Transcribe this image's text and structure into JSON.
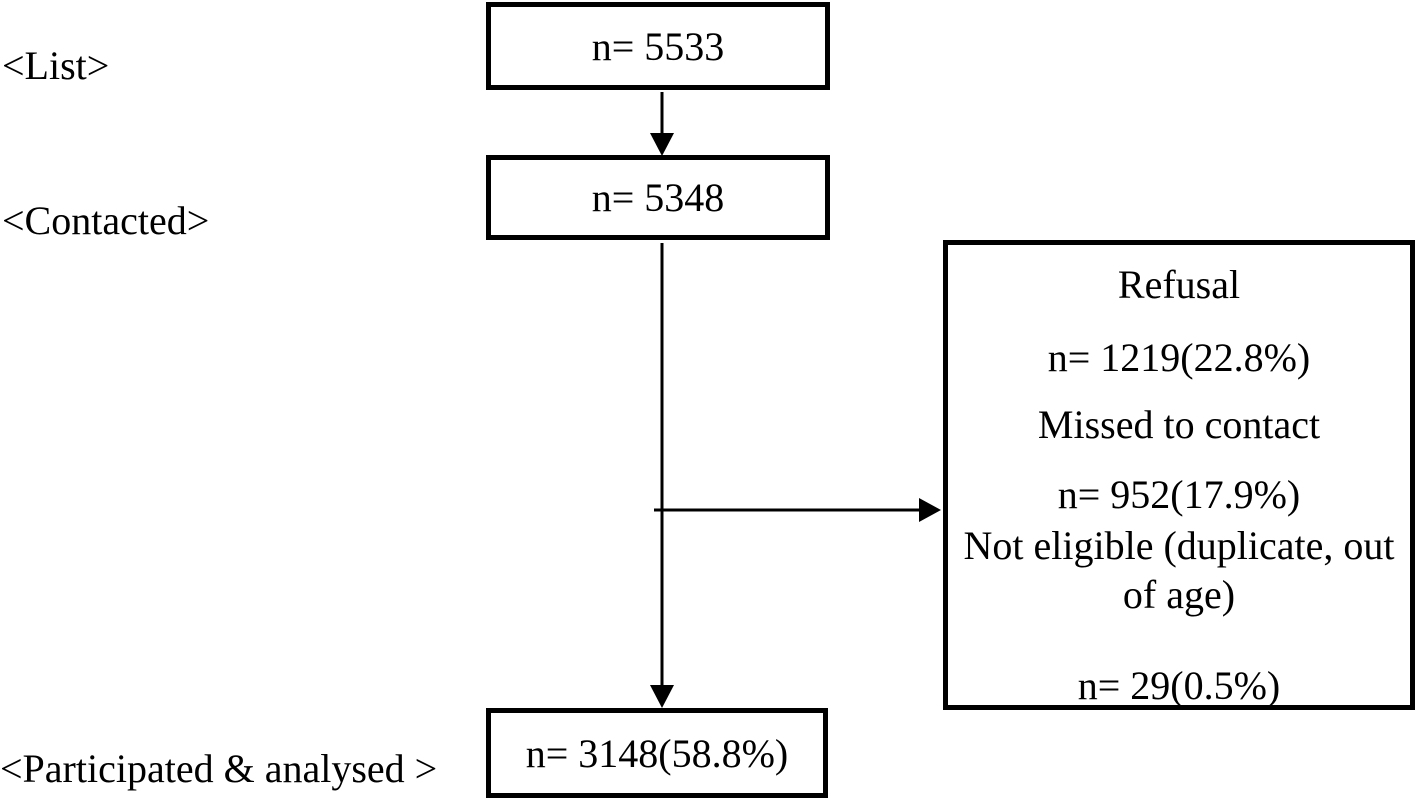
{
  "figure": {
    "stage_labels": [
      {
        "id": "list",
        "label": "<List>"
      },
      {
        "id": "contacted",
        "label": "<Contacted>"
      },
      {
        "id": "participated",
        "label": "<Participated & analysed >"
      }
    ],
    "flow_boxes": [
      {
        "id": "list",
        "value": "n= 5533"
      },
      {
        "id": "contacted",
        "value": "n= 5348"
      },
      {
        "id": "participated",
        "value": "n= 3148(58.8%)"
      }
    ],
    "exclusion_box": {
      "lines": [
        "Refusal",
        "n= 1219(22.8%)",
        "Missed to contact",
        "n= 952(17.9%)",
        "Not eligible (duplicate, out",
        "of age)",
        "n= 29(0.5%)"
      ]
    },
    "colors": {
      "line": "#000000",
      "background": "#ffffff"
    }
  }
}
